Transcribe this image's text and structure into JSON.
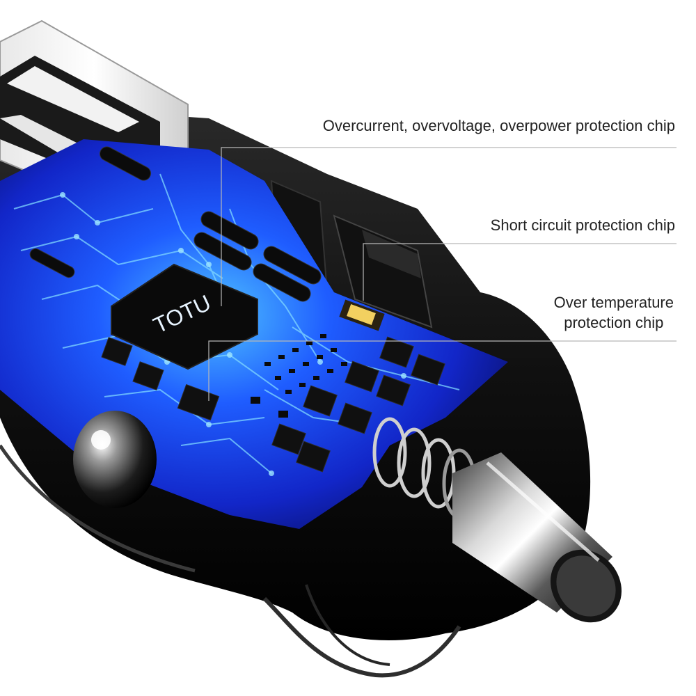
{
  "product": {
    "brand_marking": "TOTU"
  },
  "callouts": [
    {
      "id": "overcurrent",
      "lines": [
        "Overcurrent, overvoltage, overpower protection chip"
      ]
    },
    {
      "id": "short_circuit",
      "lines": [
        "Short circuit protection chip"
      ]
    },
    {
      "id": "over_temperature",
      "lines": [
        "Over temperature",
        "protection chip"
      ]
    }
  ],
  "colors": {
    "background": "#ffffff",
    "label_text": "#222222",
    "leader_line": "#b8b8b8",
    "pcb_blue": "#1a3cff",
    "pcb_glow": "#4fc3ff",
    "housing": "#151515"
  }
}
